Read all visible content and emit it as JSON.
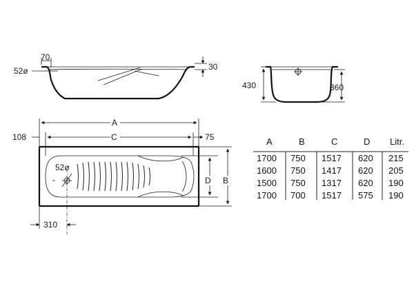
{
  "side_view": {
    "dim_70": "70",
    "dim_52": "52ø",
    "dim_30": "30"
  },
  "end_view": {
    "dim_430": "430",
    "dim_360": "360"
  },
  "top_view": {
    "dim_A": "A",
    "dim_C": "C",
    "dim_108": "108",
    "dim_75": "75",
    "dim_D": "D",
    "dim_B": "B",
    "dim_52": "52ø",
    "dim_310": "310"
  },
  "table": {
    "headers": [
      "A",
      "B",
      "C",
      "D",
      "Litr."
    ],
    "rows": [
      [
        "1700",
        "750",
        "1517",
        "620",
        "215"
      ],
      [
        "1600",
        "750",
        "1417",
        "620",
        "205"
      ],
      [
        "1500",
        "750",
        "1317",
        "620",
        "190"
      ],
      [
        "1700",
        "700",
        "1517",
        "575",
        "190"
      ]
    ]
  }
}
